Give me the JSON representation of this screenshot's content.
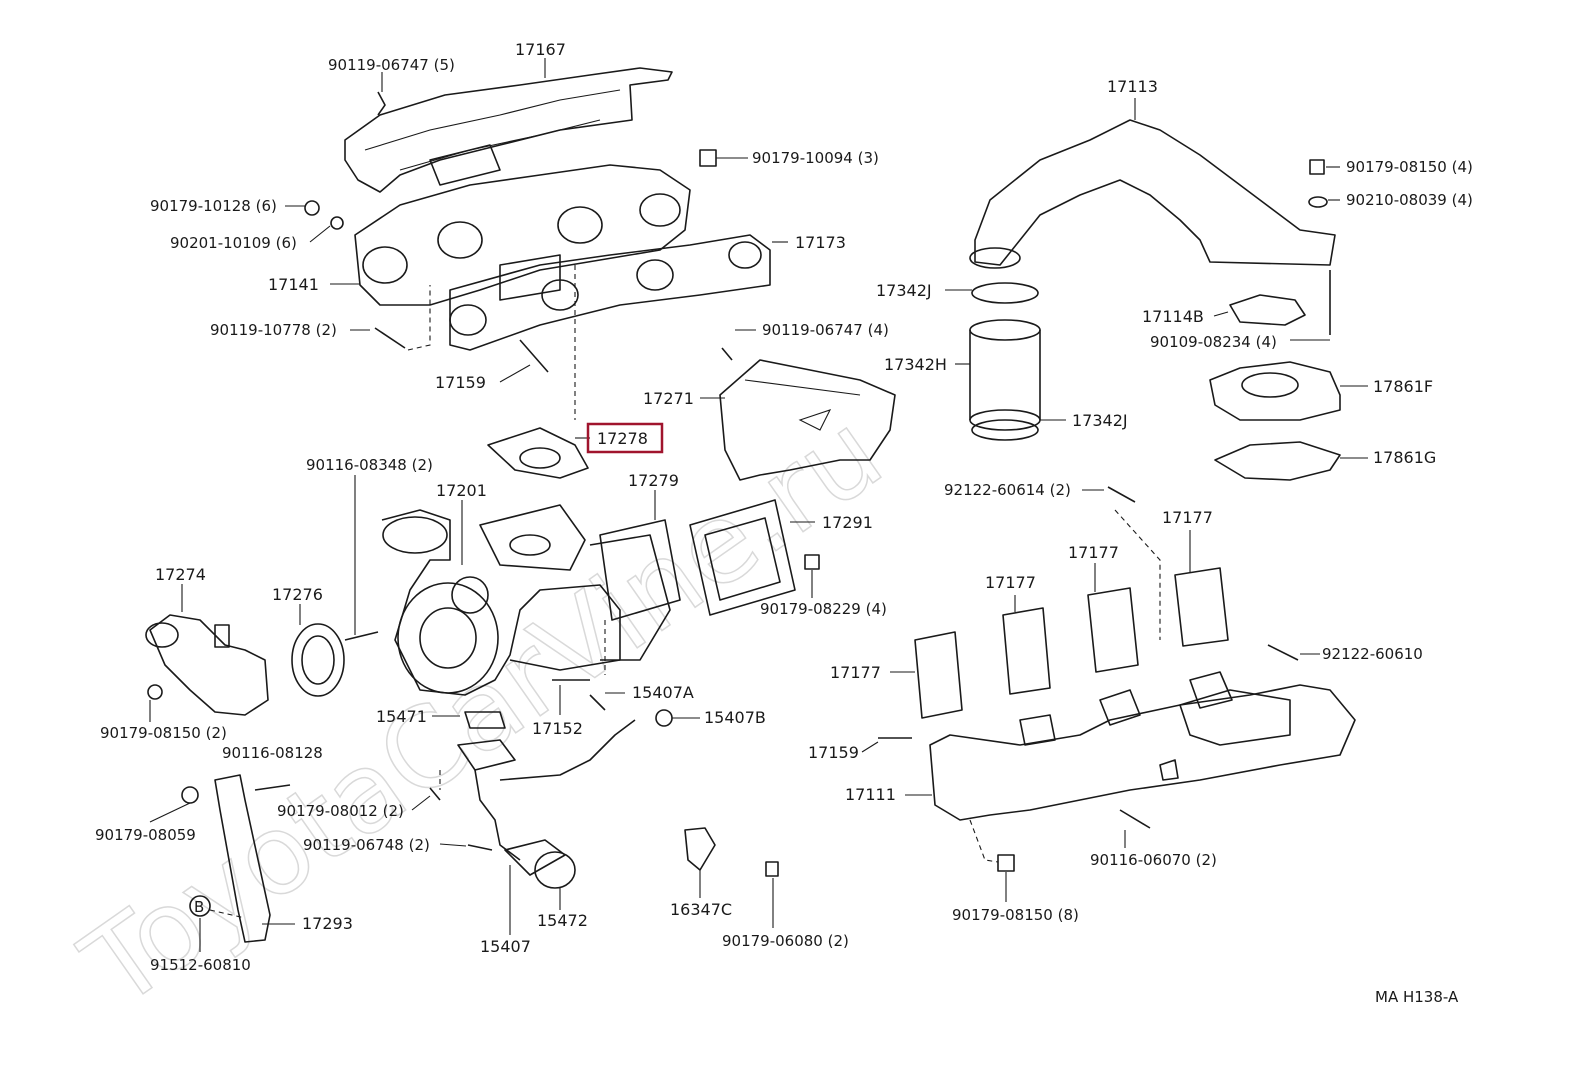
{
  "watermark": "ToyotaCarVine.ru",
  "diagram_code": "MA  H138-A",
  "highlight_color": "#a0142d",
  "parts": {
    "p17167": "17167",
    "p90119_06747_5": "90119-06747 (5)",
    "p90179_10094_3": "90179-10094 (3)",
    "p90179_10128_6": "90179-10128 (6)",
    "p90201_10109_6": "90201-10109 (6)",
    "p17173": "17173",
    "p17141": "17141",
    "p90119_10778_2": "90119-10778 (2)",
    "p17159_top": "17159",
    "p90119_06747_4": "90119-06747 (4)",
    "p17271": "17271",
    "p17278": "17278",
    "p90116_08348_2": "90116-08348 (2)",
    "p17201": "17201",
    "p17279": "17279",
    "p17291": "17291",
    "p90179_08229_4": "90179-08229 (4)",
    "p17274": "17274",
    "p17276": "17276",
    "p90179_08150_2": "90179-08150 (2)",
    "p15407A": "15407A",
    "p15471": "15471",
    "p17152": "17152",
    "p15407B": "15407B",
    "p90116_08128": "90116-08128",
    "p90179_08059": "90179-08059",
    "p90179_08012_2": "90179-08012 (2)",
    "p90119_06748_2": "90119-06748 (2)",
    "p15472": "15472",
    "p15407": "15407",
    "p16347C": "16347C",
    "p90179_06080_2": "90179-06080 (2)",
    "p17293": "17293",
    "p91512_60810": "91512-60810",
    "p17113": "17113",
    "p90179_08150_4": "90179-08150 (4)",
    "p90210_08039_4": "90210-08039 (4)",
    "p17342J_top": "17342J",
    "p17342H": "17342H",
    "p17342J_bot": "17342J",
    "p17114B": "17114B",
    "p90109_08234_4": "90109-08234 (4)",
    "p17861F": "17861F",
    "p17861G": "17861G",
    "p92122_60614_2": "92122-60614 (2)",
    "p17177_a": "17177",
    "p17177_b": "17177",
    "p17177_c": "17177",
    "p17177_d": "17177",
    "p92122_60610": "92122-60610",
    "p17159_low": "17159",
    "p17111": "17111",
    "p90116_06070_2": "90116-06070 (2)",
    "p90179_08150_8": "90179-08150 (8)",
    "bolt_marker": "B"
  }
}
